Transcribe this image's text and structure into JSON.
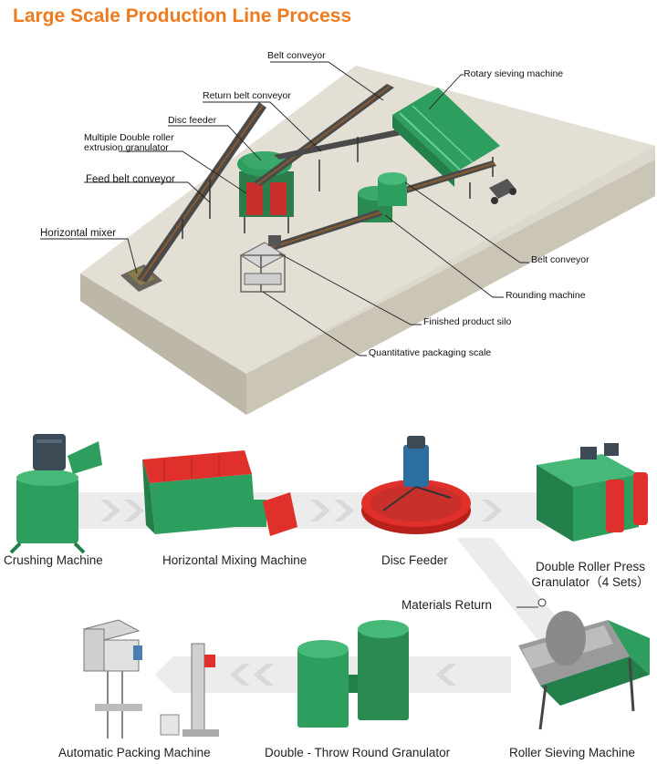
{
  "title": "Large Scale Production Line Process",
  "plant_callouts": {
    "belt_conveyor_top": "Belt conveyor",
    "rotary_sieving_machine": "Rotary sieving machine",
    "return_belt_conveyor": "Return belt conveyor",
    "disc_feeder": "Disc feeder",
    "multiple_double_roller_line1": "Multiple Double roller",
    "multiple_double_roller_line2": "extrusion granulator",
    "feed_belt_conveyor": "Feed belt conveyor",
    "horizontal_mixer": "Horizontal mixer",
    "belt_conveyor_right": "Belt conveyor",
    "rounding_machine": "Rounding machine",
    "finished_product_silo": "Finished product silo",
    "quantitative_packaging_scale": "Quantitative packaging scale"
  },
  "process_machines": {
    "crushing_machine": "Crushing Machine",
    "horizontal_mixing_machine": "Horizontal Mixing Machine",
    "disc_feeder": "Disc Feeder",
    "double_roller_line1": "Double Roller Press",
    "double_roller_line2": "Granulator（4 Sets）",
    "materials_return": "Materials Return",
    "automatic_packing_machine": "Automatic Packing Machine",
    "double_throw_round_granulator": "Double - Throw Round Granulator",
    "roller_sieving_machine": "Roller Sieving Machine"
  },
  "colors": {
    "title": "#f07a1e",
    "machine_green": "#2e9e5e",
    "machine_red": "#e0302c",
    "floor_top": "#dcd8cd",
    "floor_side": "#bdb7a8",
    "arrow_gray": "#e4e4e4"
  }
}
